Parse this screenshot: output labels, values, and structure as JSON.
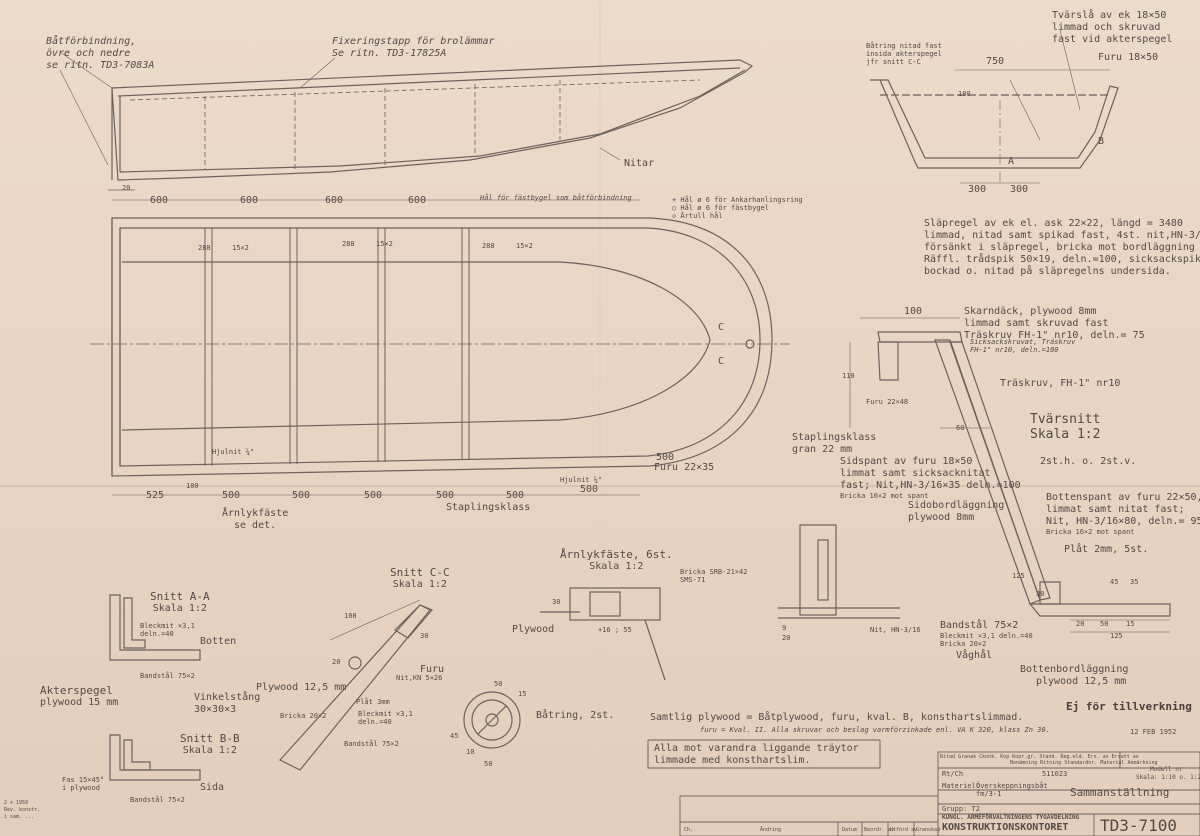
{
  "stamp": {
    "status": "Ej för tillverkning",
    "date": "12 FEB 1952"
  },
  "top_profile": {
    "note_boat_connection": [
      "Båtförbindning,",
      "övre och nedre",
      "se ritn. TD3-7083A"
    ],
    "note_fixing_pin": [
      "Fixeringstapp för brolämmar",
      "Se ritn. TD3-17825A"
    ],
    "rivet_label": "Nitar",
    "dim_20": "20"
  },
  "plan_view": {
    "top_dims": [
      "600",
      "600",
      "600",
      "600"
    ],
    "hatch_note": "Hål för fästbygel som båtförbindning",
    "legend": [
      "+ Hål ø 6 för Ankarhanlingsring",
      "○ Hål ø 6 för fästbygel",
      "◇ Årtull hål"
    ],
    "spacing": [
      "288",
      "15×2",
      "288",
      "15×2",
      "288",
      "15×2"
    ],
    "section_mark": "C",
    "bottom_dims": [
      "525",
      "500",
      "500",
      "500",
      "500",
      "500",
      "500"
    ],
    "bottom_left_dim": "100",
    "hjulnit_1": "Hjulnit ¼\"",
    "hjulnit_2": "Hjulnit ¼\"",
    "furu_label": "Furu 22×35",
    "arnlyk_label": [
      "Årnlykfäste",
      "se det."
    ],
    "staplingsklass_label": "Staplingsklass",
    "dim_500_right": "500"
  },
  "stern_section": {
    "tvarslå": [
      "Tvärslå av ek 18×50",
      "limmad och skruvad",
      "fast vid akterspegel"
    ],
    "batring": [
      "Båtring nitad fast",
      "insida akterspegel",
      "jfr snitt C-C"
    ],
    "dim_750": "750",
    "furu": "Furu 18×50",
    "dim_180": "180",
    "dims_bottom": [
      "300",
      "300"
    ],
    "mark_a": "A",
    "mark_b": "B"
  },
  "slapregel_note": [
    "Släpregel av ek el. ask 22×22, längd = 3480",
    "limmad, nitad samt spikad fast, 4st. nit,HN-3/16×40,",
    "försänkt i släpregel, bricka mot bordläggning",
    "Räffl. trådspik 50×19, deln.=100, sicksackspikad,",
    "bockad o. nitad på släpregelns undersida."
  ],
  "cross_section": {
    "title": [
      "Tvärsnitt",
      "Skala 1:2"
    ],
    "dim_100": "100",
    "skarndack": [
      "Skarndäck, plywood 8mm",
      "limmad samt skruvad fast",
      "Träskruv FH-1\" nr10, deln.= 75"
    ],
    "sicksack": [
      "Sicksackskruvat, Träskruv",
      "FH-1\" nr10, deln.=100"
    ],
    "traskruv": "Träskruv, FH-1\" nr10",
    "dim_110": "110",
    "furu": "Furu 22×48",
    "dim_60": "60",
    "staplingsklass": [
      "Staplingsklass",
      "gran 22 mm"
    ],
    "count_note": "2st.h. o. 2st.v.",
    "sidspant": [
      "Sidspant av furu 18×50",
      "limmat samt sicksacknitat",
      "fast; Nit,HN-3/16×35 deln.=100",
      "Bricka 16×2 mot spant"
    ],
    "sidobord": [
      "Sidobordläggning",
      "plywood 8mm"
    ],
    "bottenspant": [
      "Bottenspant av furu 22×50, 4st.",
      "limmat samt nitat fast;",
      "Nit, HN-3/16×80, deln.= 95",
      "Bricka 16×2 mot spant"
    ],
    "plat": "Plåt 2mm, 5st.",
    "dims": [
      "45",
      "35",
      "30",
      "125",
      "20",
      "50",
      "15",
      "125"
    ],
    "bandstal": [
      "Bandstål 75×2",
      "Bleckmit ×3,1 deln.=40",
      "Bricka 20×2"
    ],
    "vaghal": "Våghål",
    "bottenbord": [
      "Bottenbordläggning",
      "plywood 12,5 mm"
    ],
    "nit_label": "Nit, HN-3/16",
    "dims_left": [
      "9",
      "20"
    ]
  },
  "section_aa": {
    "title": [
      "Snitt A-A",
      "Skala 1:2"
    ],
    "bleck": [
      "Bleckmit ×3,1",
      "deln.=40"
    ],
    "botten": "Botten",
    "bandstal": "Bandstål 75×2",
    "akterspegel": [
      "Akterspegel",
      "plywood 15 mm"
    ],
    "vinkel": [
      "Vinkelstång",
      "30×30×3"
    ]
  },
  "section_bb": {
    "title": [
      "Snitt B-B",
      "Skala 1:2"
    ],
    "fas": [
      "Fas 15×45°",
      "i plywood"
    ],
    "sida": "Sida",
    "bandstal": "Bandstål 75×2"
  },
  "section_cc": {
    "title": [
      "Snitt C-C",
      "Skala 1:2"
    ],
    "dims": [
      "100",
      "30",
      "20"
    ],
    "furu": "Furu",
    "nit": "Nit,KN 5×26",
    "plywood": "Plywood 12,5 mm",
    "plat": "Plåt 3mm",
    "bricka": "Bricka 20×2",
    "bleck": [
      "Bleckmit ×3,1",
      "deln.=40"
    ],
    "bandstal": "Bandstål 75×2"
  },
  "arnlyk_detail": {
    "title": [
      "Årnlykfäste, 6st.",
      "Skala 1:2"
    ],
    "bricka": [
      "Bricka SRB-21×42",
      "SMS-71"
    ],
    "plywood": "Plywood",
    "dim_30": "30",
    "dim_note": "+16 ; 55"
  },
  "batring_detail": {
    "label": "Båtring, 2st.",
    "dims": [
      "50",
      "15",
      "45",
      "10",
      "50"
    ]
  },
  "general_notes": {
    "line1": "Samtlig plywood = Båtplywood, furu, kval. B, konsthartslimmad.",
    "line2": "furu = Kval. II. Alla skruvar och beslag varmförzinkade enl. VA K 320, klass Zn 30.",
    "boxed": [
      "Alla mot varandra liggande träytor",
      "limmade med konsthartslim."
    ]
  },
  "title_block": {
    "header_cols": [
      "Ritad",
      "Granak",
      "Ckonk.",
      "Kop",
      "Kopr.gr.",
      "Stand.",
      "Reg.eld.",
      "Ers. av",
      "Ersatt av"
    ],
    "header_right": [
      "Benämning",
      "Ritning Standardnr.",
      "Material",
      "Anmärkning"
    ],
    "ritad_val": "Rt/Ch",
    "reg_val": "511023",
    "material_label": "Materiel:",
    "material_value": "Överskeppningsbåt fm/3-1",
    "scale_label": "Skala: 1:10 o. 1:2",
    "model_label": "Modell nr",
    "title": "Sammanställning",
    "group_label": "Grupp: T2",
    "org_line1": "KUNGL. ARMÉFÖRVALTNINGENS TYGAVDELNING",
    "org_line2": "KONSTRUKTIONSKONTORET",
    "drawing_no": "TD3-7100",
    "rev_cols": [
      "Ch.",
      "Ändring",
      "Datum",
      "Beordr. av",
      "Utförd av",
      "Granskad"
    ]
  },
  "left_margin_note": [
    "2 + 1950",
    "Rev. konstr.",
    "i sam. ..."
  ]
}
